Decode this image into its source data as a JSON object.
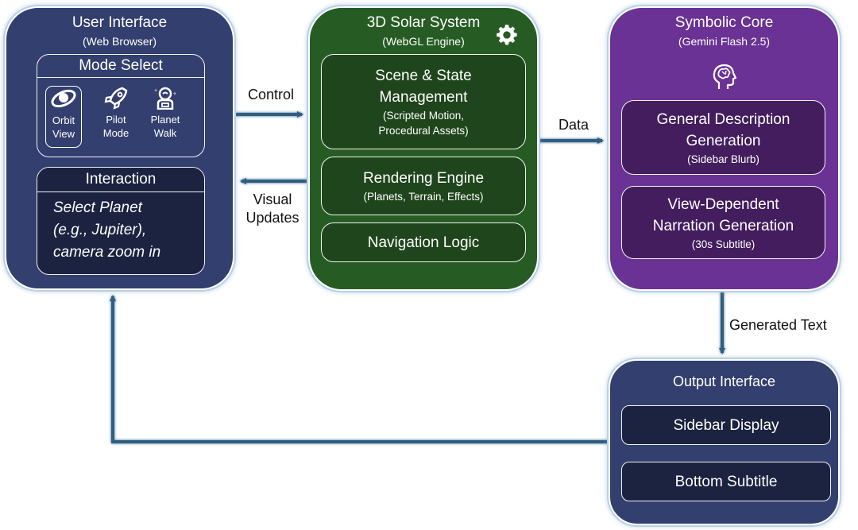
{
  "user_interface": {
    "title": "User Interface",
    "subtitle": "(Web Browser)",
    "mode_select": {
      "title": "Mode Select",
      "modes": [
        {
          "line1": "Orbit",
          "line2": "View",
          "icon": "planet-orbit-icon",
          "selected": true
        },
        {
          "line1": "Pilot",
          "line2": "Mode",
          "icon": "rocket-icon",
          "selected": false
        },
        {
          "line1": "Planet",
          "line2": "Walk",
          "icon": "astronaut-icon",
          "selected": false
        }
      ]
    },
    "interaction": {
      "title": "Interaction",
      "lines": [
        "Select Planet",
        "(e.g., Jupiter),",
        "camera zoom in"
      ]
    }
  },
  "solar_system": {
    "title": "3D Solar System",
    "subtitle": "(WebGL Engine)",
    "icon": "gear-icon",
    "modules": [
      {
        "title_lines": [
          "Scene & State",
          "Management"
        ],
        "detail_lines": [
          "(Scripted Motion,",
          "Procedural Assets)"
        ]
      },
      {
        "title_lines": [
          "Rendering Engine"
        ],
        "detail_lines": [
          "(Planets, Terrain, Effects)"
        ]
      },
      {
        "title_lines": [
          "Navigation Logic"
        ],
        "detail_lines": []
      }
    ]
  },
  "symbolic_core": {
    "title": "Symbolic Core",
    "subtitle": "(Gemini Flash 2.5)",
    "icon": "brain-head-icon",
    "modules": [
      {
        "title_lines": [
          "General Description",
          "Generation"
        ],
        "detail_lines": [
          "(Sidebar Blurb)"
        ]
      },
      {
        "title_lines": [
          "View-Dependent",
          "Narration Generation"
        ],
        "detail_lines": [
          "(30s Subtitle)"
        ]
      }
    ]
  },
  "output_interface": {
    "title": "Output Interface",
    "items": [
      "Sidebar Display",
      "Bottom Subtitle"
    ]
  },
  "edges": {
    "control": "Control",
    "visual_updates": [
      "Visual",
      "Updates"
    ],
    "data": "Data",
    "generated_text": "Generated Text"
  },
  "colors": {
    "ui_blue": "#333f6e",
    "engine_green": "#265c23",
    "core_purple": "#6a3294",
    "arrow": "#2e5f82"
  }
}
